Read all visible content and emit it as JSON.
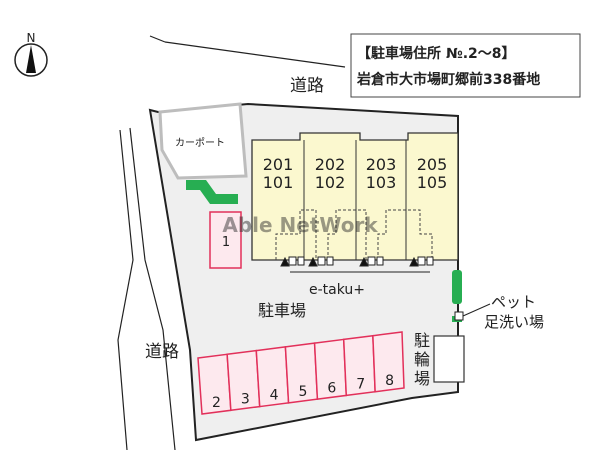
{
  "compass": {
    "north_label": "N"
  },
  "info_box": {
    "line1": "【駐車場住所 №.2～8】",
    "line2": "岩倉市大市場町郷前338番地"
  },
  "roads": {
    "top_label": "道路",
    "left_label": "道路"
  },
  "carport": {
    "label": "カーポート"
  },
  "building": {
    "units": [
      {
        "upper": "201",
        "lower": "101"
      },
      {
        "upper": "202",
        "lower": "102"
      },
      {
        "upper": "203",
        "lower": "103"
      },
      {
        "upper": "205",
        "lower": "105"
      }
    ],
    "delivery_box_label": "e-taku+"
  },
  "parking": {
    "lot_label": "駐車場",
    "near_space": "1",
    "spaces": [
      "2",
      "3",
      "4",
      "5",
      "6",
      "7",
      "8"
    ]
  },
  "pet_area": {
    "label_line1": "ペット",
    "label_line2": "足洗い場"
  },
  "bike_parking": {
    "label_chars": [
      "駐",
      "輪",
      "場"
    ]
  },
  "watermark": {
    "text": "Able NetWork"
  },
  "colors": {
    "lot_fill": "#efefef",
    "building_fill": "#fbf8cf",
    "parking_fill": "#fde9ee",
    "parking_stroke": "#e2305a",
    "green": "#27ae52",
    "watermark": "#3cb371"
  }
}
